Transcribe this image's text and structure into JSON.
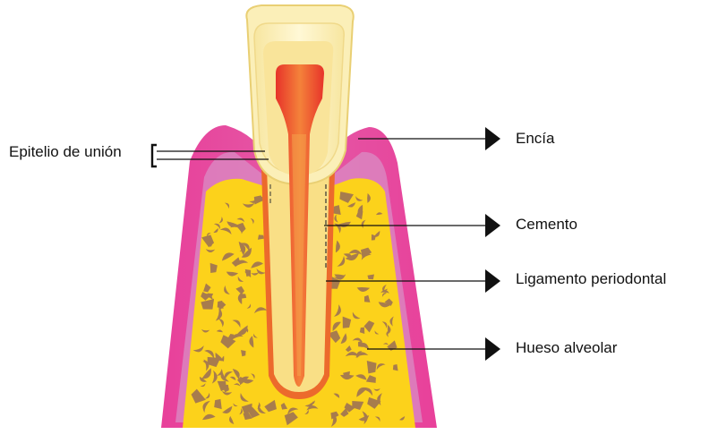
{
  "labels": {
    "junctional_epithelium": "Epitelio de unión",
    "gingiva": "Encía",
    "cementum": "Cemento",
    "periodontal_ligament": "Ligamento periodontal",
    "alveolar_bone": "Hueso alveolar"
  },
  "colors": {
    "gingiva": "#e6479b",
    "gingiva_inner": "#d98cc4",
    "bone": "#fcd21b",
    "bone_specks": "#a77c4d",
    "enamel": "#fbefb8",
    "dentin": "#f9df86",
    "pulp_chamber": "#e9452b",
    "pulp_light": "#f27a35",
    "ligament": "#ec6a2c",
    "line": "#111111"
  }
}
